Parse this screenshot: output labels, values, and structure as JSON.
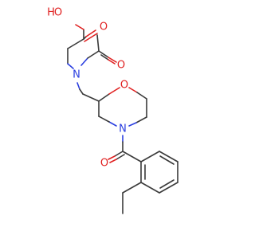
{
  "molecule": {
    "atoms": {
      "acid_oh_h": "H",
      "acid_oh_o": "O",
      "acid_co_o": "O",
      "amide_n": "N",
      "acetyl_o": "O",
      "ring_o": "O",
      "ring_n": "N",
      "benzoyl_o": "O"
    },
    "colors": {
      "bond": "#3a3a3a",
      "oxygen": "#e02020",
      "nitrogen": "#2b3fe0",
      "background": "#ffffff"
    }
  }
}
